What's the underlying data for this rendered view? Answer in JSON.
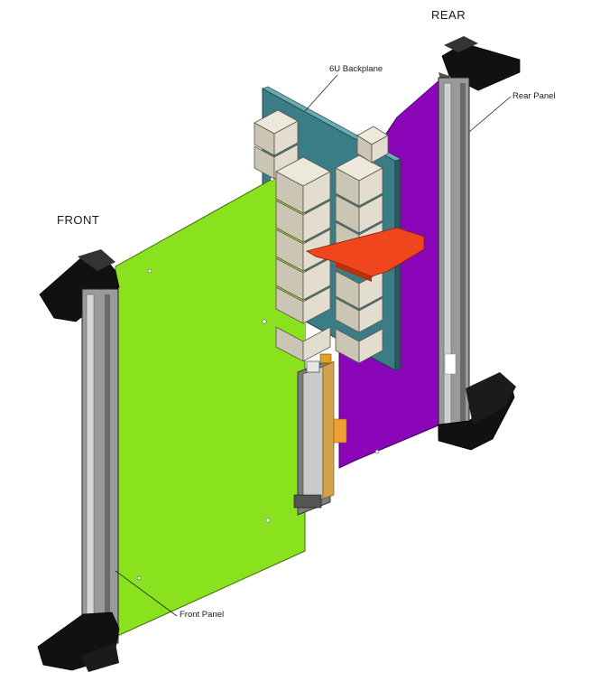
{
  "labels": {
    "rear": "REAR",
    "front": "FRONT",
    "backplane": "6U Backplane",
    "rear_panel": "Rear Panel",
    "front_panel": "Front Panel"
  },
  "colors": {
    "front_board": "#8ae21f",
    "rear_board": "#8a06b8",
    "backplane": "#3b7d86",
    "connector": "#d9d3c3",
    "orange_board": "#f0461e",
    "handle": "#111111",
    "panel_rail": "#9a9a9a"
  }
}
